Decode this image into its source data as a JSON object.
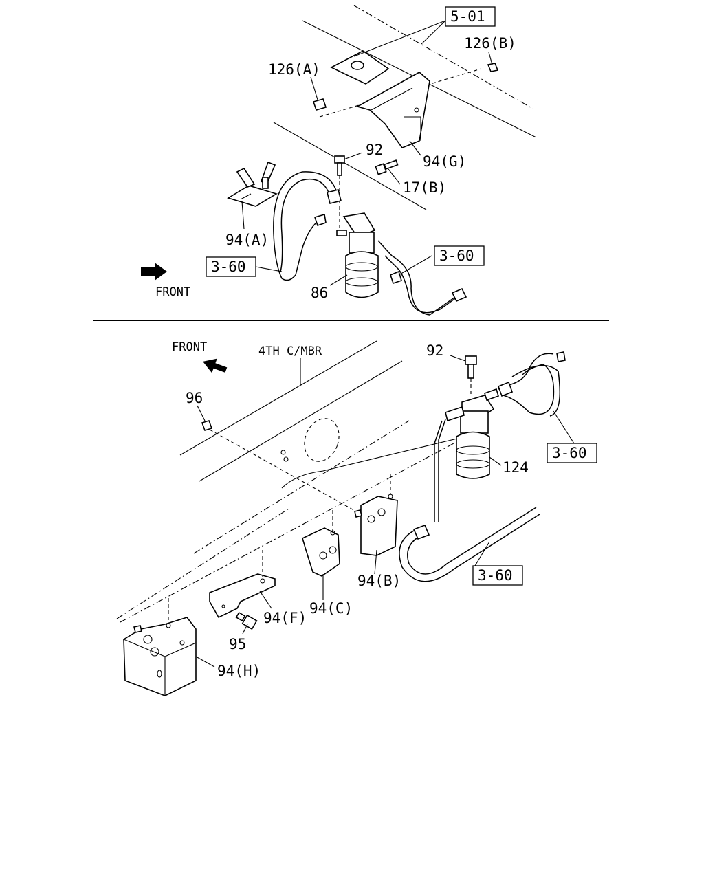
{
  "upper_view": {
    "labels": {
      "ref_5_01": "5-01",
      "nut_126b": "126(B)",
      "nut_126a": "126(A)",
      "bolt_92": "92",
      "bracket_94g": "94(G)",
      "bolt_17b": "17(B)",
      "bracket_94a": "94(A)",
      "ref_3_60_left": "3-60",
      "ref_3_60_right": "3-60",
      "filter_86": "86",
      "front": "FRONT"
    }
  },
  "lower_view": {
    "labels": {
      "front": "FRONT",
      "crossmember": "4TH C/MBR",
      "bolt_92": "92",
      "nut_96": "96",
      "ref_3_60_upper": "3-60",
      "filter_124": "124",
      "ref_3_60_lower": "3-60",
      "bracket_94b": "94(B)",
      "bracket_94c": "94(C)",
      "bracket_94f": "94(F)",
      "bolt_95": "95",
      "bracket_94h": "94(H)"
    }
  }
}
